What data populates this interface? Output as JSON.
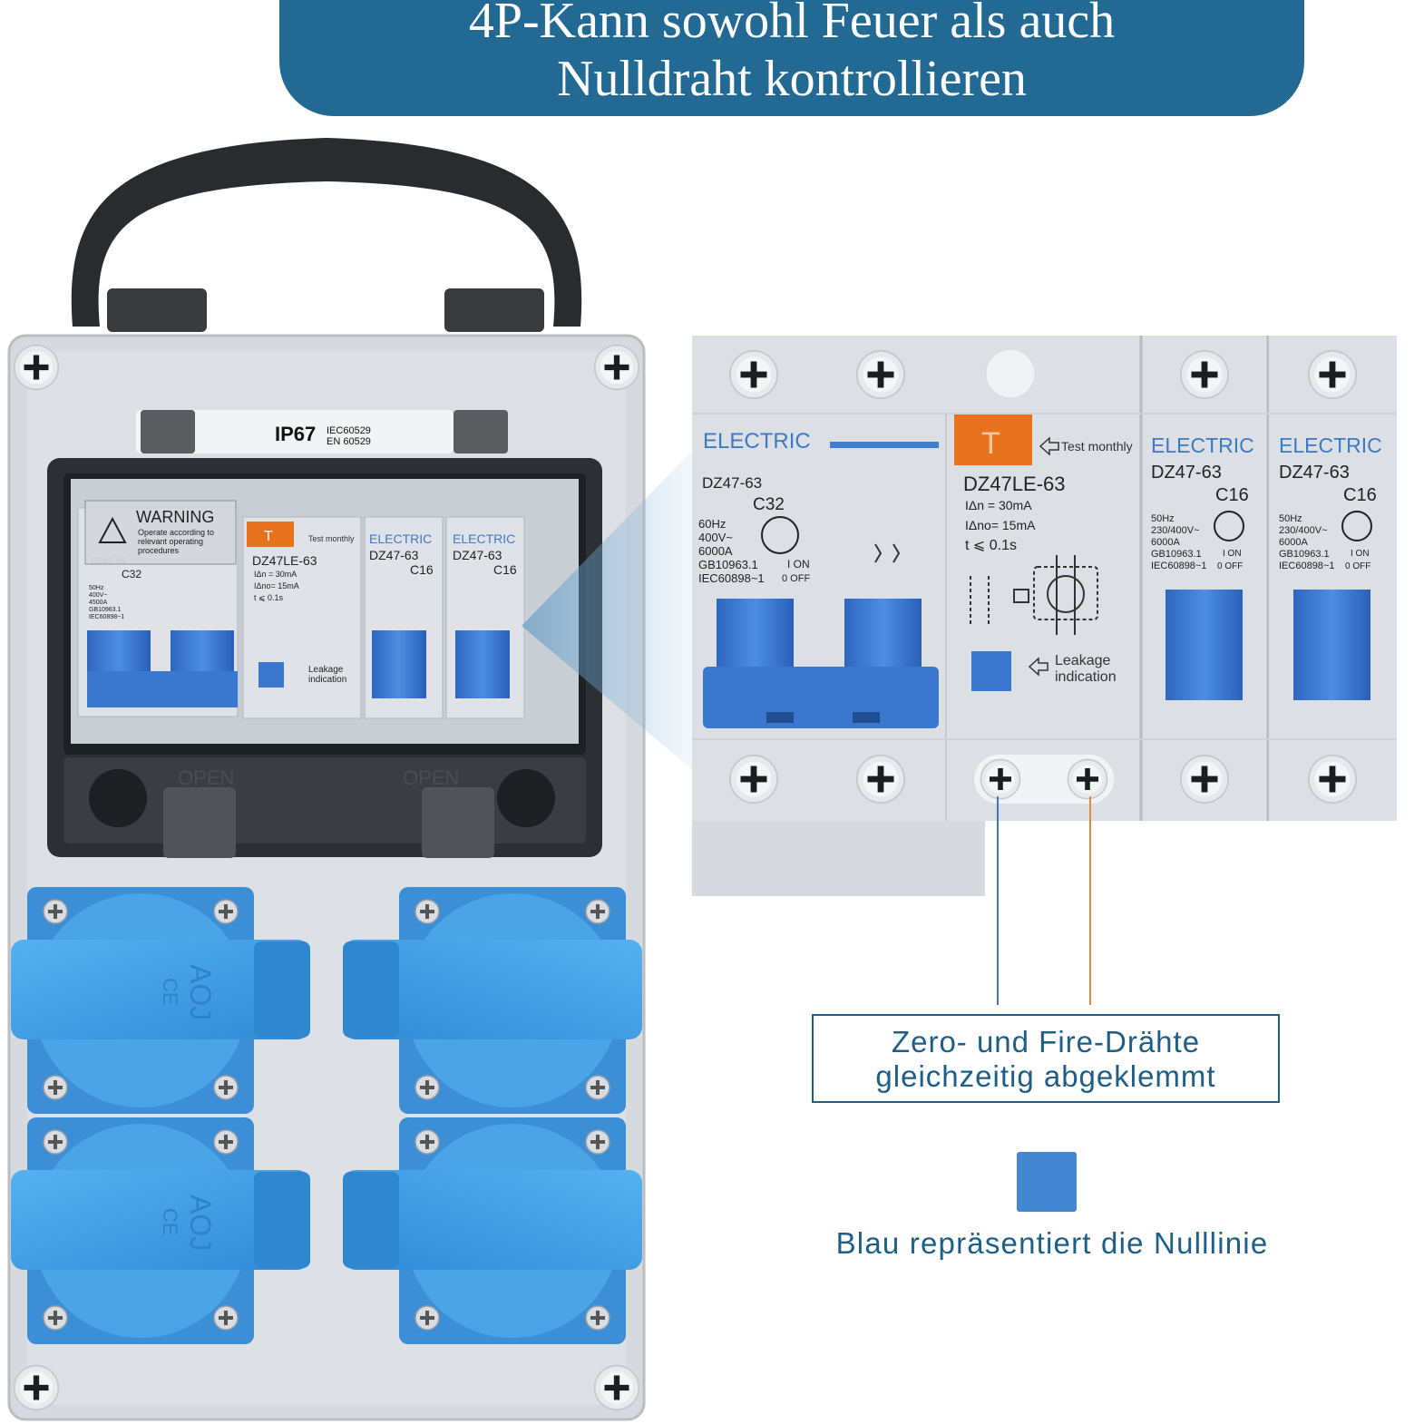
{
  "banner": {
    "line1": "4P-Kann sowohl Feuer als auch",
    "line2": "Nulldraht kontrollieren"
  },
  "box": {
    "ip_rating": "IP67",
    "standard_1": "IEC60529",
    "standard_2": "EN 60529",
    "warning_title": "WARNING",
    "warning_text": [
      "Operate according to",
      "relevant operating",
      "procedures"
    ],
    "open_label": "OPEN",
    "socket_brand": "AOJ",
    "socket_mark": "CE"
  },
  "breakers": {
    "brand": "ELECTRIC",
    "main": {
      "model": "DZ47-63",
      "rating": "C32",
      "specs": [
        "60Hz",
        "400V~",
        "6000A",
        "GB10963.1",
        "IEC60898~1"
      ],
      "on": "I ON",
      "off": "0 OFF"
    },
    "rcd": {
      "test": "T",
      "test_label": "Test monthly",
      "model": "DZ47LE-63",
      "idn": "IΔn  = 30mA",
      "idno": "IΔno= 15mA",
      "t": "t    ⩽ 0.1s",
      "leakage_1": "Leakage",
      "leakage_2": "indication"
    },
    "mcb": {
      "model": "DZ47-63",
      "rating": "C16",
      "specs": [
        "50Hz",
        "230/400V~",
        "6000A",
        "GB10963.1",
        "IEC60898~1"
      ],
      "on": "I ON",
      "off": "0 OFF"
    },
    "small_main_specs": [
      "50Hz",
      "400V~",
      "4500A",
      "GB10963.1",
      "IEC60898~1"
    ]
  },
  "annotation": {
    "line1": "Zero- und Fire-Drähte",
    "line2": "gleichzeitig abgeklemmt"
  },
  "legend": {
    "text": "Blau repräsentiert die Nulllinie"
  },
  "colors": {
    "banner": "#226a93",
    "accent_text": "#1d5f86",
    "breaker_blue": "#3a78cf",
    "socket_blue": "#3f9be0",
    "test_orange": "#e8731f",
    "fire_wire": "#d98b3e"
  }
}
